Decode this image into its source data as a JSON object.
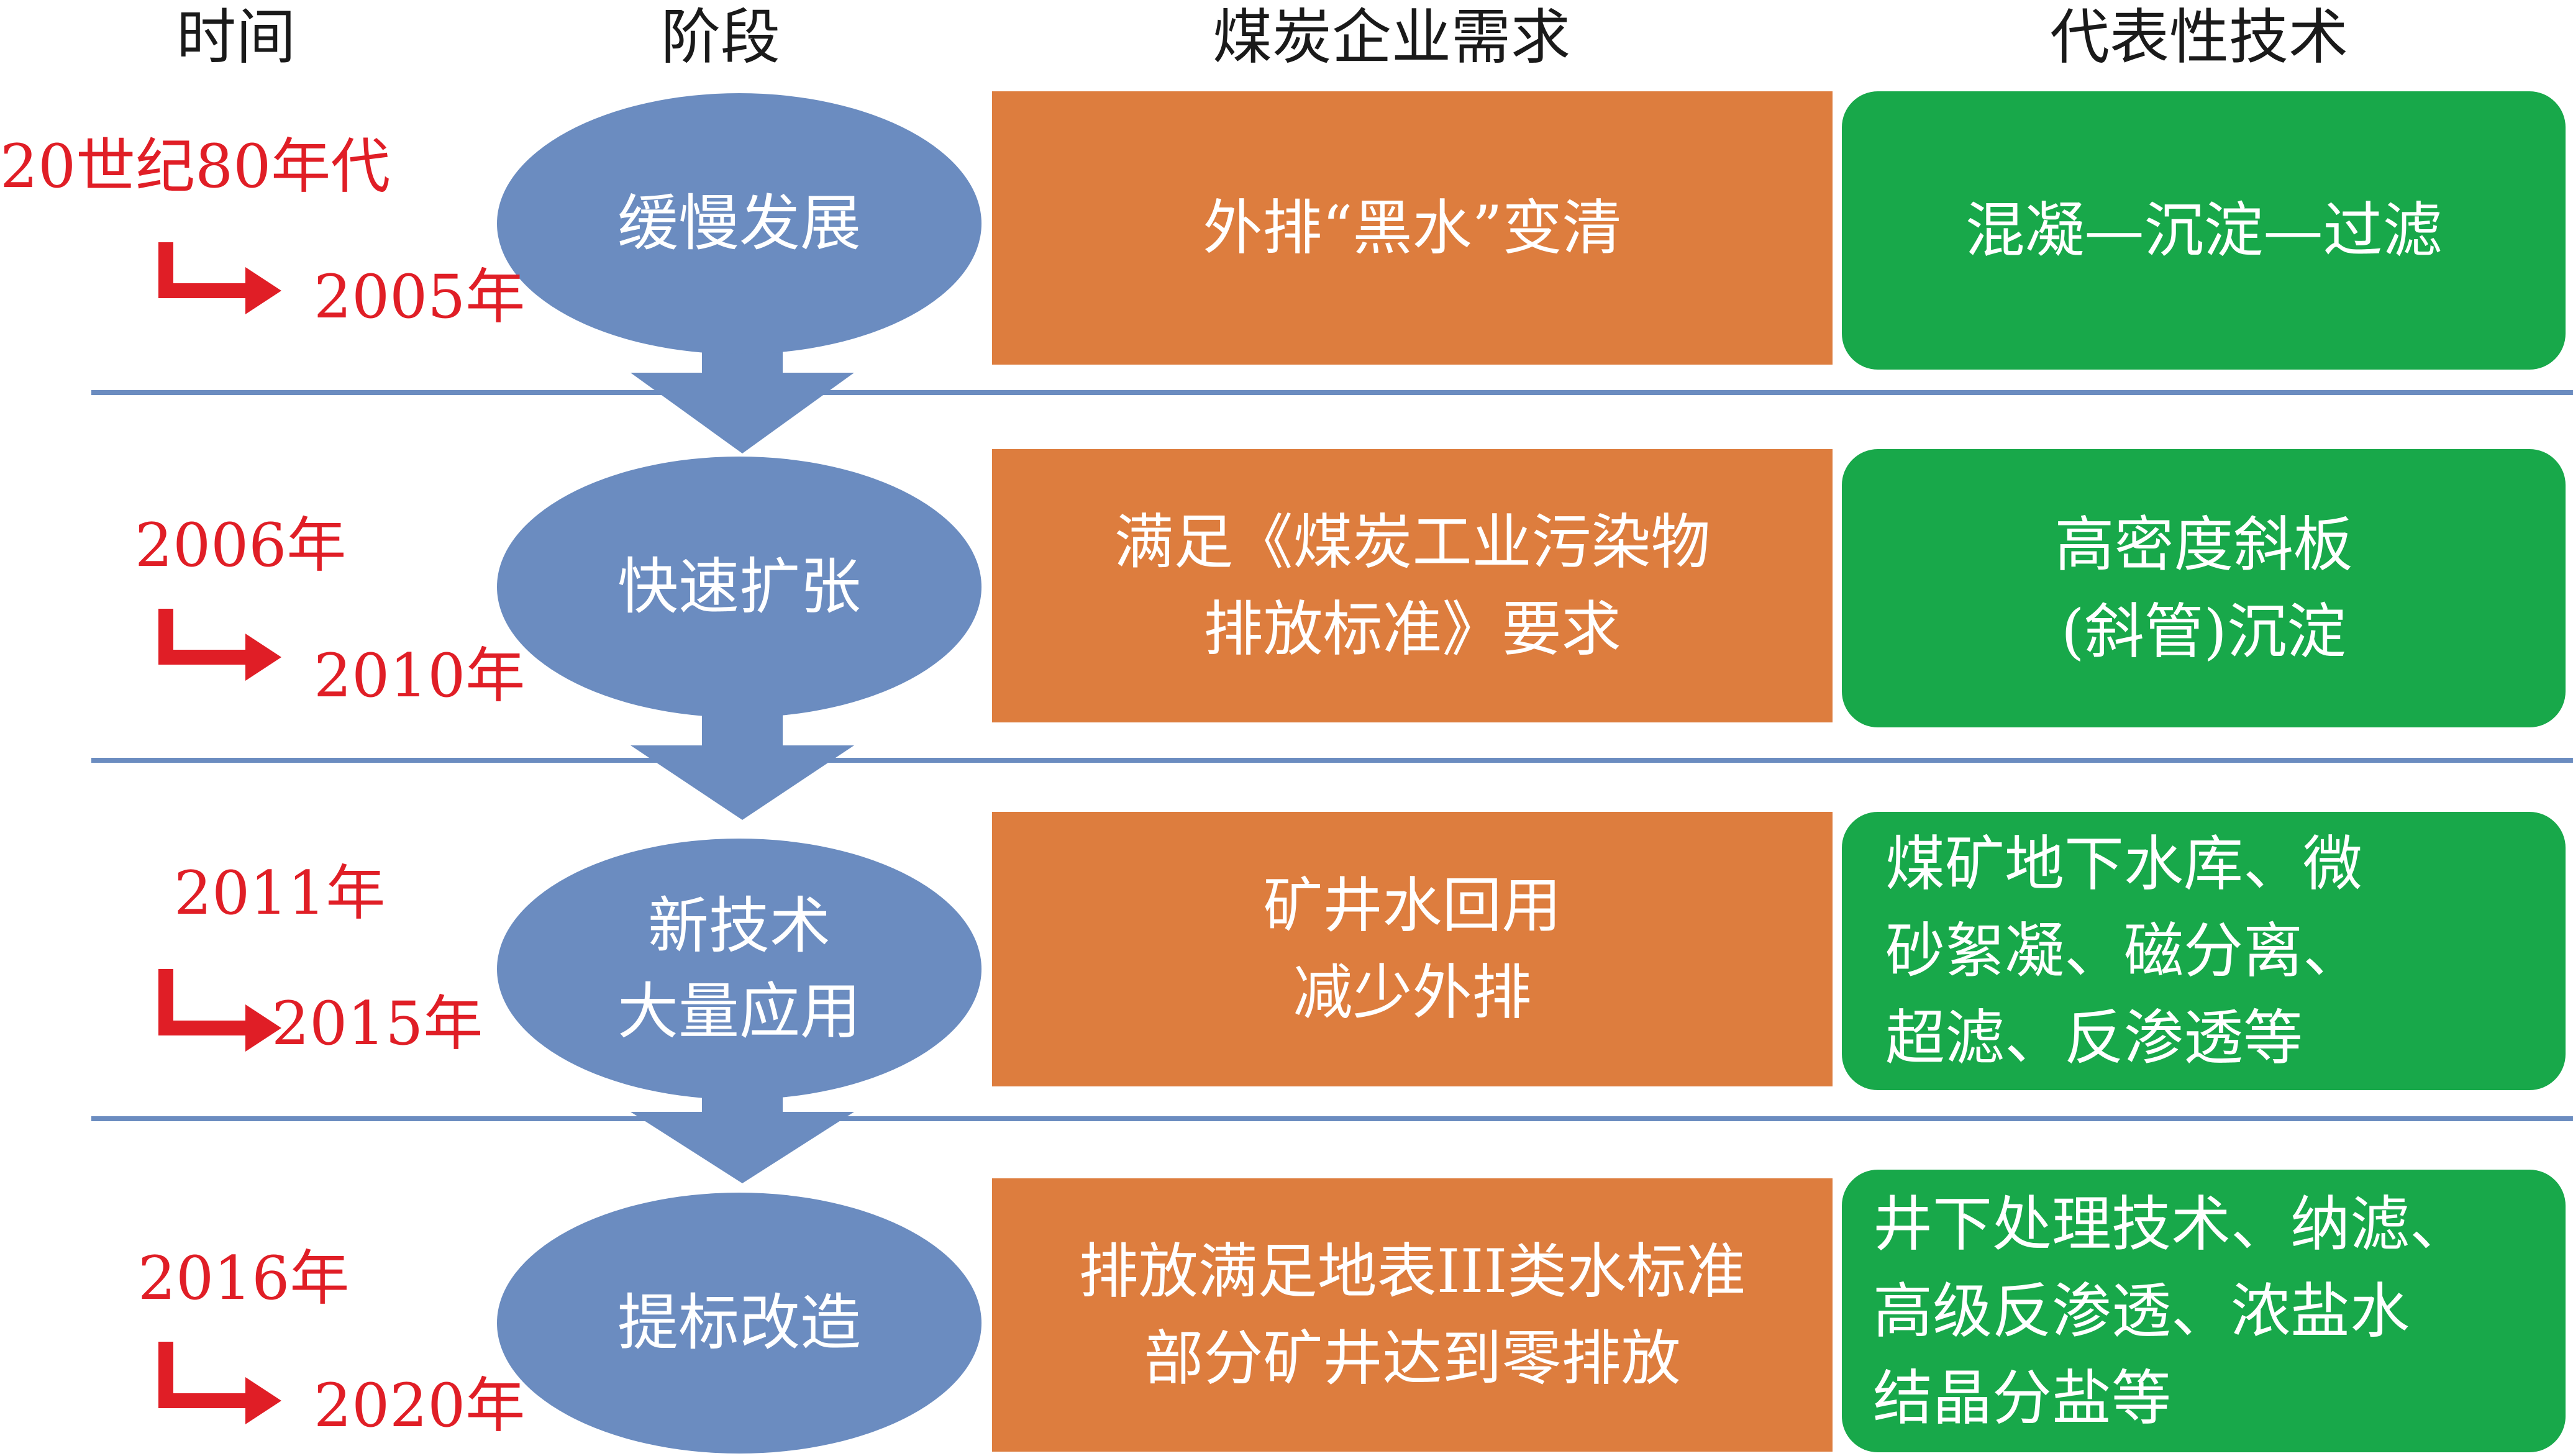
{
  "headers": {
    "time": "时间",
    "stage": "阶段",
    "demand": "煤炭企业需求",
    "tech": "代表性技术"
  },
  "colors": {
    "header_text": "#1a1a1a",
    "time_text": "#e01e26",
    "stage_fill": "#6b8cc0",
    "demand_fill": "#dd7d3e",
    "tech_fill": "#18a84a",
    "divider": "#6b8cc0"
  },
  "rows": [
    {
      "time_start": "20世纪80年代",
      "time_end": "2005年",
      "stage": [
        "缓慢发展"
      ],
      "demand": [
        "外排“黑水”变清"
      ],
      "tech": [
        "混凝—沉淀—过滤"
      ]
    },
    {
      "time_start": "2006年",
      "time_end": "2010年",
      "stage": [
        "快速扩张"
      ],
      "demand": [
        "满足《煤炭工业污染物",
        "排放标准》要求"
      ],
      "tech": [
        "高密度斜板",
        "(斜管)沉淀"
      ]
    },
    {
      "time_start": "2011年",
      "time_end": "2015年",
      "stage": [
        "新技术",
        "大量应用"
      ],
      "demand": [
        "矿井水回用",
        "减少外排"
      ],
      "tech": [
        "煤矿地下水库、微",
        "砂絮凝、磁分离、",
        "超滤、反渗透等"
      ]
    },
    {
      "time_start": "2016年",
      "time_end": "2020年",
      "stage": [
        "提标改造"
      ],
      "demand": [
        "排放满足地表III类水标准",
        "部分矿井达到零排放"
      ],
      "tech": [
        "井下处理技术、纳滤、",
        "高级反渗透、浓盐水",
        "结晶分盐等"
      ]
    }
  ]
}
